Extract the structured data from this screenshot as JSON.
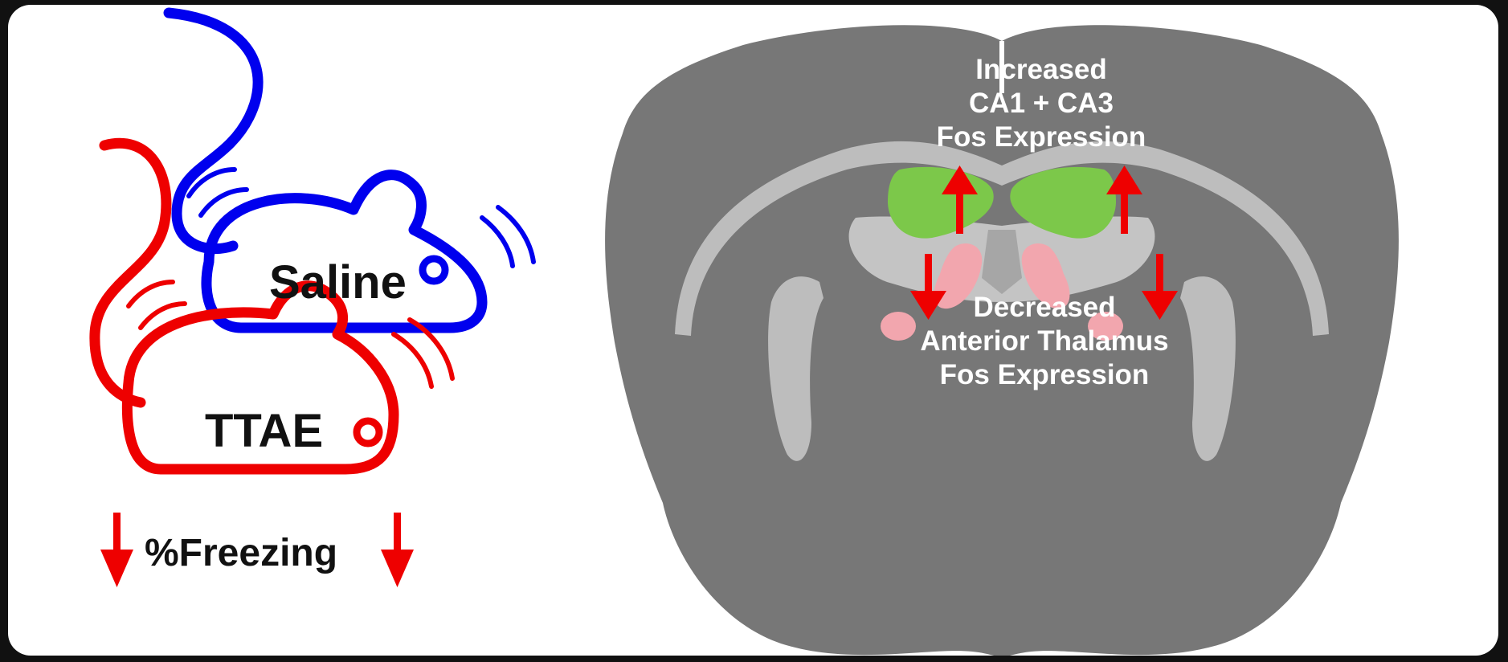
{
  "mice": {
    "saline": {
      "label": "Saline",
      "color": "#0000ee"
    },
    "ttae": {
      "label": "TTAE",
      "color": "#ee0000"
    }
  },
  "behavior": {
    "label": "%Freezing",
    "arrow_color": "#ee0000"
  },
  "brain": {
    "colors": {
      "tissue": "#777777",
      "white_matter": "#bdbdbd",
      "hippocampus": "#7cc84a",
      "thalamus": "#f2a6ae",
      "arrow": "#ee0000"
    },
    "increased_label": [
      "Increased",
      "CA1 + CA3",
      "Fos Expression"
    ],
    "decreased_label": [
      "Decreased",
      "Anterior Thalamus",
      "Fos Expression"
    ]
  }
}
